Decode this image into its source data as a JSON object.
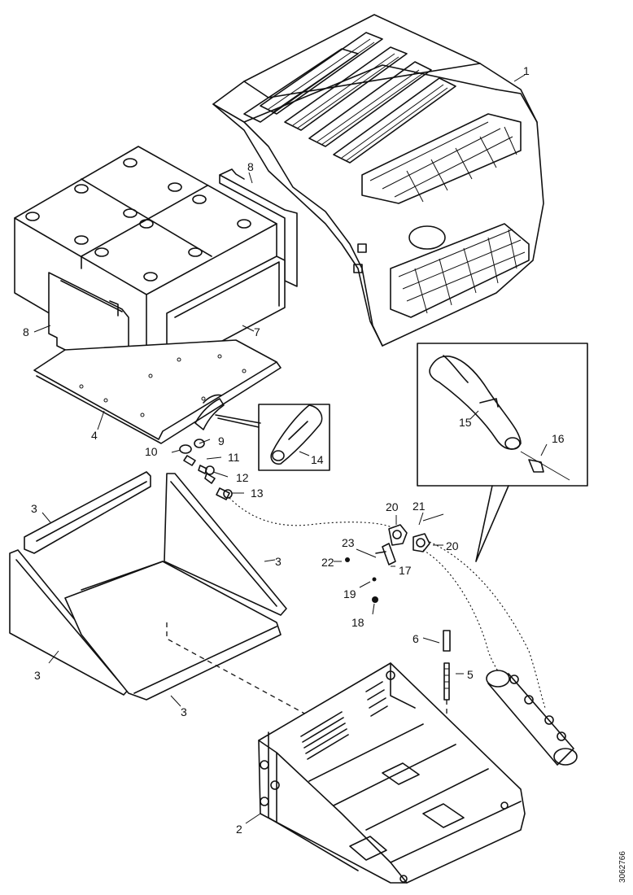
{
  "callouts": {
    "c1": "1",
    "c2": "2",
    "c3a": "3",
    "c3b": "3",
    "c3c": "3",
    "c3d": "3",
    "c4": "4",
    "c5": "5",
    "c6": "6",
    "c7": "7",
    "c8a": "8",
    "c8b": "8",
    "c9": "9",
    "c10": "10",
    "c11": "11",
    "c12": "12",
    "c13": "13",
    "c14": "14",
    "c15": "15",
    "c16": "16",
    "c17": "17",
    "c18": "18",
    "c19": "19",
    "c20a": "20",
    "c20b": "20",
    "c21": "21",
    "c22": "22",
    "c23": "23"
  },
  "reference_code": "3062766"
}
